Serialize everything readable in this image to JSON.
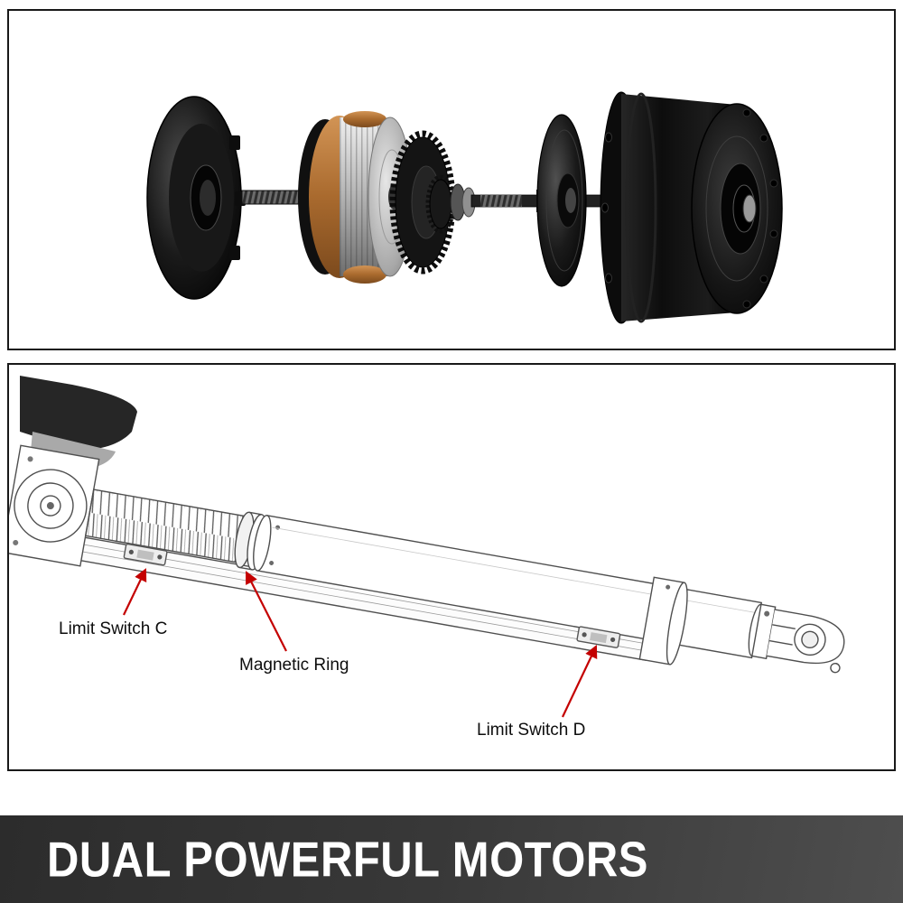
{
  "frame": {
    "border_color": "#191919",
    "background": "#ffffff"
  },
  "motor_panel": {
    "name": "exploded-hub-motor",
    "parts": [
      "end-cover",
      "threaded-axle",
      "stator-core",
      "gear-set",
      "axle-shaft",
      "side-cover-disc",
      "hub-drum"
    ]
  },
  "diagram": {
    "labels": {
      "limit_switch_c": "Limit Switch C",
      "magnetic_ring": "Magnetic Ring",
      "limit_switch_d": "Limit Switch D"
    },
    "arrow_color": "#c40000",
    "line_color": "#4f4f4f",
    "label_color": "#0d0d0d"
  },
  "banner": {
    "title": "DUAL POWERFUL MOTORS",
    "text_color": "#ffffff",
    "background_left": "#2c2c2c",
    "background_right": "#4e4e4e"
  }
}
